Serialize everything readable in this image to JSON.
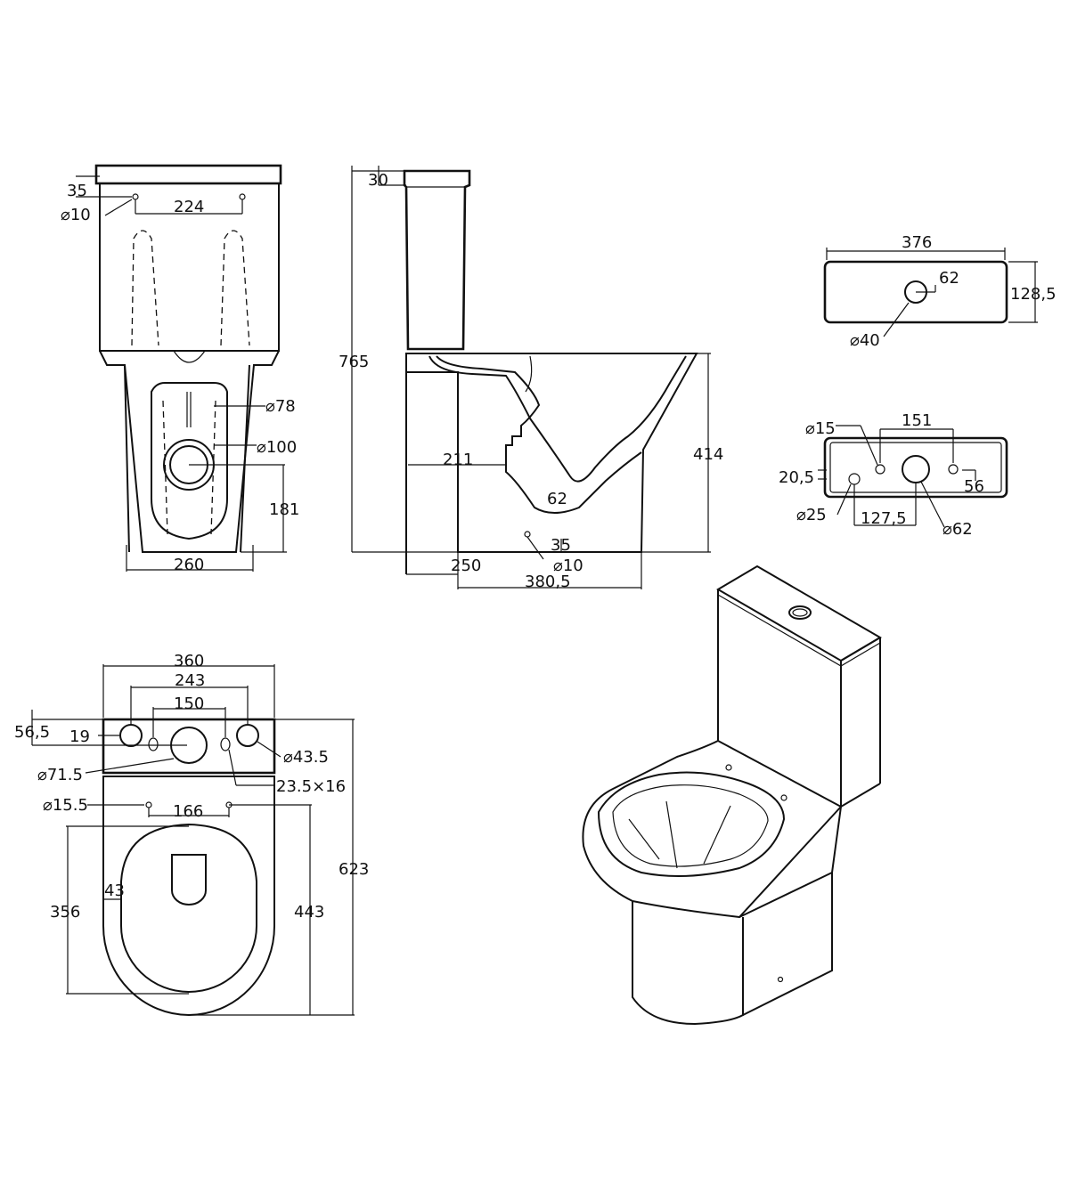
{
  "front_view": {
    "d_35": "35",
    "d_hole": "⌀10",
    "d_224": "224",
    "d_78": "⌀78",
    "d_100": "⌀100",
    "d_181": "181",
    "d_260": "260"
  },
  "side_view": {
    "d_30": "30",
    "d_765": "765",
    "d_211": "211",
    "d_62": "62",
    "d_414": "414",
    "d_35": "35",
    "d_hole": "⌀10",
    "d_250": "250",
    "d_380": "380,5"
  },
  "lid_view": {
    "d_376": "376",
    "d_62": "62",
    "d_128": "128,5",
    "d_40": "⌀40"
  },
  "tank_top_view": {
    "d_15": "⌀15",
    "d_151": "151",
    "d_20": "20,5",
    "d_56": "56",
    "d_25": "⌀25",
    "d_127": "127,5",
    "d_62": "⌀62"
  },
  "plan_view": {
    "d_360": "360",
    "d_243": "243",
    "d_150": "150",
    "d_56": "56,5",
    "d_19": "19",
    "d_43_5": "⌀43.5",
    "d_71_5": "⌀71.5",
    "d_slot": "23.5×16",
    "d_15_5": "⌀15.5",
    "d_166": "166",
    "d_623": "623",
    "d_356": "356",
    "d_43": "43",
    "d_443": "443"
  }
}
